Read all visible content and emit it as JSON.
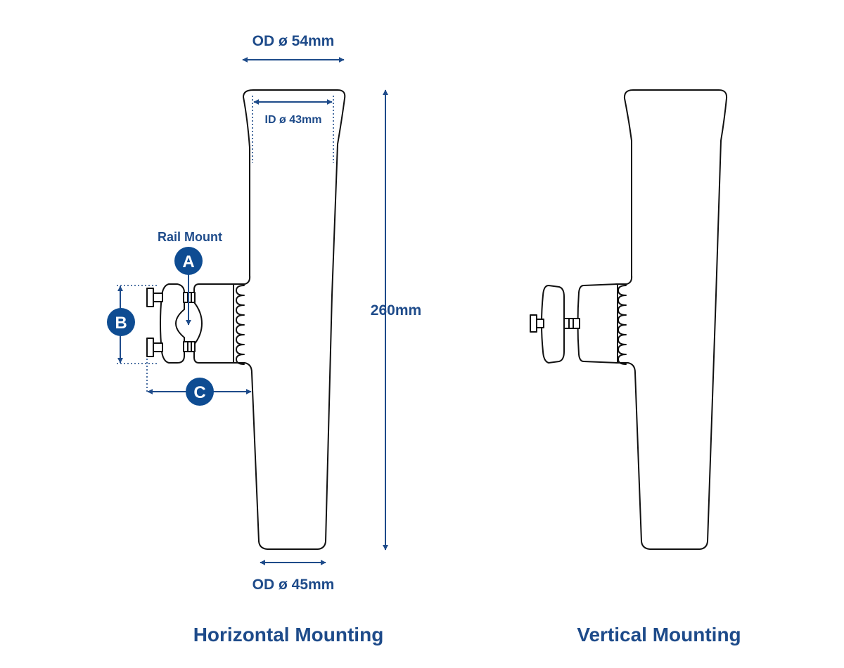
{
  "dimensions": {
    "top_outer_diameter": "OD ø 54mm",
    "inner_diameter": "ID ø 43mm",
    "length": "260mm",
    "bottom_outer_diameter": "OD ø 45mm"
  },
  "rail_mount": {
    "label": "Rail Mount",
    "badges": [
      "A",
      "B",
      "C"
    ]
  },
  "captions": {
    "horizontal": "Horizontal Mounting",
    "vertical": "Vertical Mounting"
  },
  "colors": {
    "accent": "#1e4b8a",
    "badge": "#0e4c92",
    "outline": "#111111"
  }
}
